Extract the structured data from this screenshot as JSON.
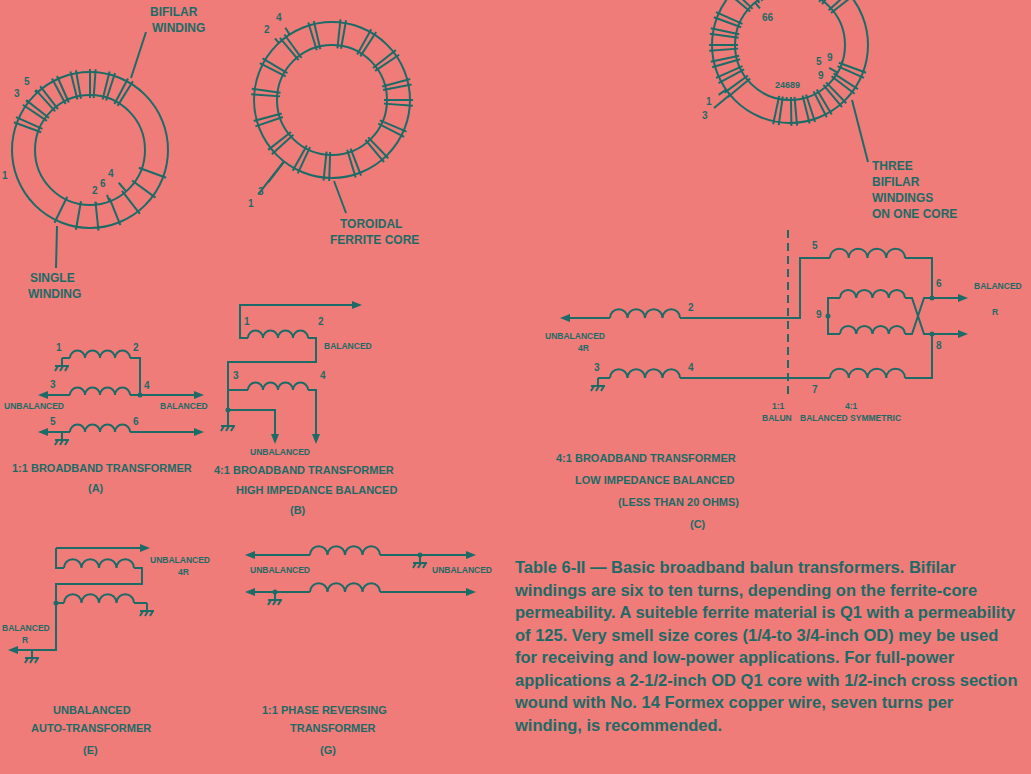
{
  "diagram": {
    "caption": "Table 6-II — Basic broadband balun transformers. Bifilar windings are six to ten turns, depending on the ferrite-core permeability. A suiteble ferrite material is Q1 with a permeability of 125. Very smell size cores (1/4-to 3/4-inch OD) mey be used for receiving and low-power applications. For full-power applications a 2-1/2-inch OD Q1 core with 1/2-inch cross section wound with No. 14 Formex copper wire, seven turns per winding, is recommended.",
    "labels": [
      "BIFILAR",
      "WINDING",
      "5",
      "3",
      "1",
      "2",
      "6",
      "4",
      "SINGLE",
      "WINDING",
      "4",
      "2",
      "3",
      "1",
      "TOROIDAL",
      "FERRITE CORE",
      "66",
      "1",
      "3",
      "5",
      "9",
      "9",
      "24689",
      "THREE",
      "BIFILAR",
      "WINDINGS",
      "ON ONE CORE",
      "1",
      "2",
      "3",
      "4",
      "UNBALANCED",
      "BALANCED",
      "5",
      "6",
      "1:1 BROADBAND TRANSFORMER",
      "(A)",
      "1",
      "2",
      "BALANCED",
      "3",
      "4",
      "UNBALANCED",
      "4:1 BROADBAND TRANSFORMER",
      "HIGH IMPEDANCE BALANCED",
      "(B)",
      "5",
      "2",
      "UNBALANCED",
      "4R",
      "9",
      "6",
      "BALANCED",
      "R",
      "8",
      "3",
      "4",
      "7",
      "1:1",
      "BALUN",
      "4:1",
      "BALANCED SYMMETRIC",
      "4:1 BROADBAND TRANSFORMER",
      "LOW IMPEDANCE BALANCED",
      "(LESS THAN 20 OHMS)",
      "(C)",
      "UNBALANCED",
      "4R",
      "BALANCED",
      "R",
      "UNBALANCED",
      "UNBALANCED",
      "UNBALANCED",
      "AUTO-TRANSFORMER",
      "(E)",
      "1:1 PHASE REVERSING",
      "TRANSFORMER",
      "(G)"
    ]
  }
}
